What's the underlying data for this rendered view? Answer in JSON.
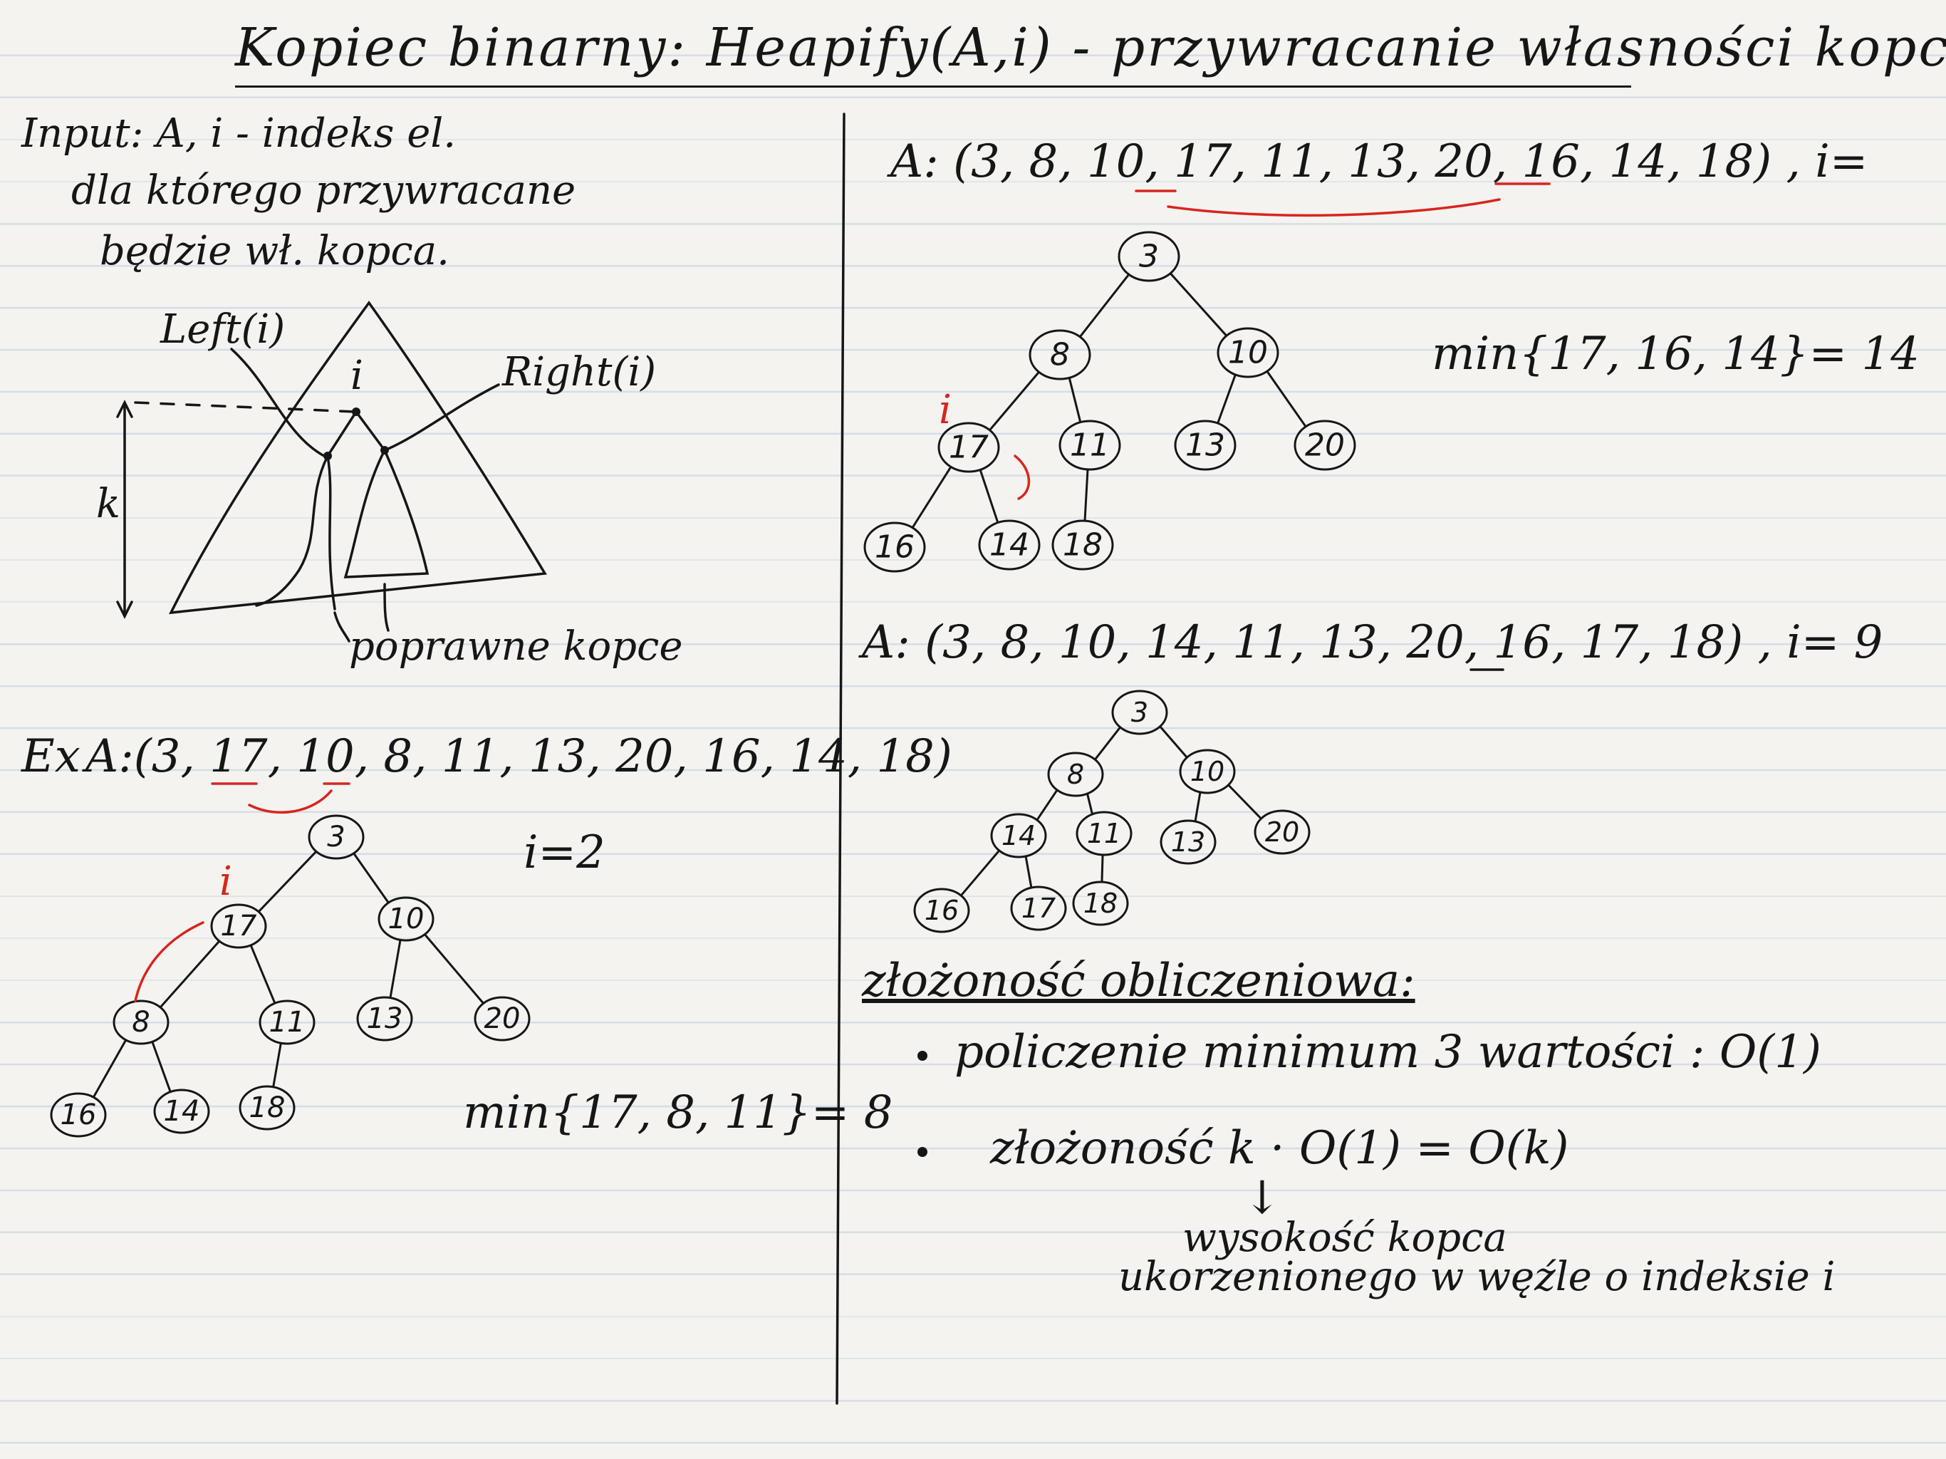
{
  "title": "Kopiec binarny: Heapify(A,i) - przywracanie własności kopca",
  "input_desc": {
    "line1": "Input: A, i - indeks el.",
    "line2": "dla którego przywracane",
    "line3": "będzie wł. kopca."
  },
  "diagram": {
    "left_label": "Left(i)",
    "right_label": "Right(i)",
    "i_label": "i",
    "height_label": "k",
    "subheaps_label": "poprawne kopce"
  },
  "example1": {
    "prefix": "Ex",
    "array_label": "A:(3, 17, 10, 8, 11, 13, 20, 16, 14, 18)",
    "index_label": "i=2",
    "node_marker": "i",
    "min_label": "min{17, 8, 11}= 8",
    "nodes": [
      "3",
      "17",
      "10",
      "8",
      "11",
      "13",
      "20",
      "16",
      "14",
      "18"
    ]
  },
  "example2": {
    "array_label": "A: (3, 8, 10, 17, 11, 13, 20, 16, 14, 18) , i=",
    "node_marker": "i",
    "min_label": "min{17, 16, 14}= 14",
    "nodes": [
      "3",
      "8",
      "10",
      "17",
      "11",
      "13",
      "20",
      "16",
      "14",
      "18"
    ]
  },
  "example3": {
    "array_label": "A: (3, 8, 10, 14, 11, 13, 20, 16, 17, 18) , i= 9",
    "nodes": [
      "3",
      "8",
      "10",
      "14",
      "11",
      "13",
      "20",
      "16",
      "17",
      "18"
    ]
  },
  "complexity": {
    "heading": "złożoność obliczeniowa:",
    "bullet1": "policzenie minimum 3 wartości : O(1)",
    "bullet2": "złożoność  k · O(1) = O(k)",
    "arrow": "↓",
    "note1": "wysokość kopca",
    "note2": "ukorzenionego w węźle o indeksie i"
  },
  "colors": {
    "ink": "#161616",
    "red": "#d8251f",
    "paper": "#f4f3ef",
    "rule": "#d3dbe6"
  }
}
